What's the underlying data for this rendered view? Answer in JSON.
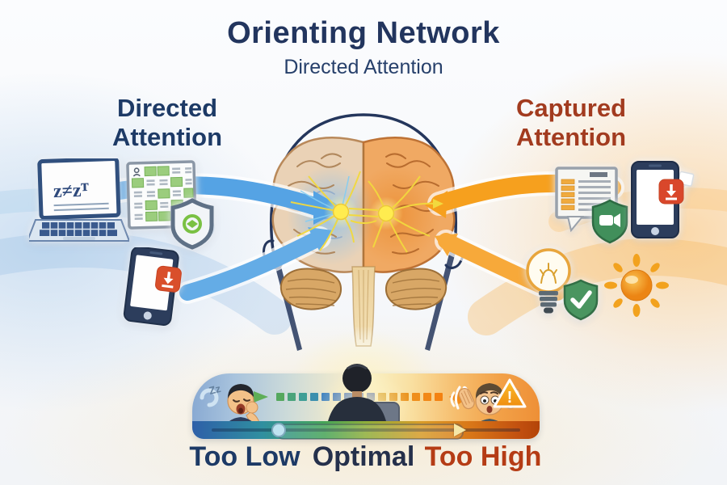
{
  "title": {
    "main": "Orienting Network",
    "subtitle": "Directed Attention"
  },
  "left_section": {
    "heading": "Directed\nAttention",
    "heading_color": "#1d3a66",
    "stream_color": "#55a3e4",
    "laptop_screen_text": "z≠zᵀ",
    "icons": [
      "laptop-icon",
      "spreadsheet-icon",
      "security-shield-icon",
      "phone-download-icon"
    ]
  },
  "right_section": {
    "heading": "Captured\nAttention",
    "heading_color": "#a23b1f",
    "stream_color": "#f59b1e",
    "icons": [
      "notification-document-icon",
      "video-shield-icon",
      "phone-download-icon",
      "lightbulb-check-icon",
      "sun-icon"
    ]
  },
  "center_illustration": {
    "name": "brain-with-attention-hubs",
    "left_hub_color": "#ffec4f",
    "right_hub_color": "#ffec4f"
  },
  "bottom_scale": {
    "figures": [
      "sleepy-person",
      "focused-person",
      "stressed-person"
    ],
    "zzz_text": "Zz",
    "warning_glyph": "!",
    "labels": [
      {
        "text": "Too Low",
        "color": "#1d3a66"
      },
      {
        "text": "Optimal",
        "color": "#25304b"
      },
      {
        "text": "Too High",
        "color": "#b53c15"
      }
    ]
  }
}
